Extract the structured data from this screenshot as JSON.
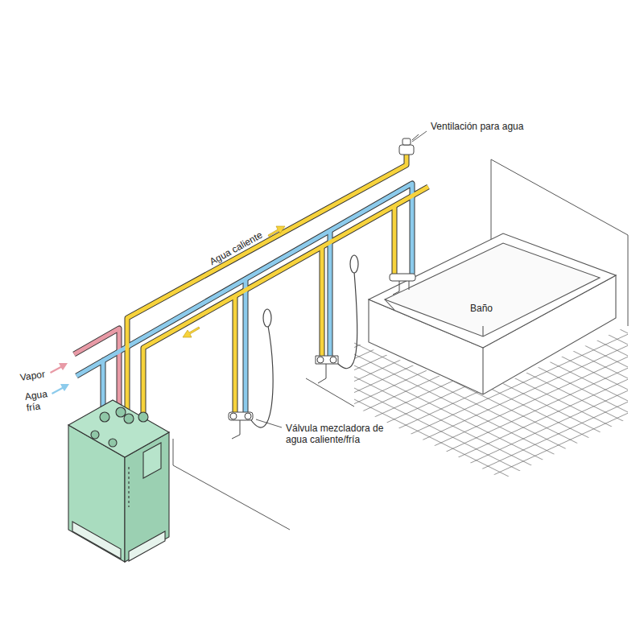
{
  "diagram": {
    "labels": [
      "Ventilación para agua",
      "Agua caliente",
      "Baño",
      "Vapor",
      "Agua fría",
      "Válvula mezcladora de agua caliente/fría"
    ]
  }
}
